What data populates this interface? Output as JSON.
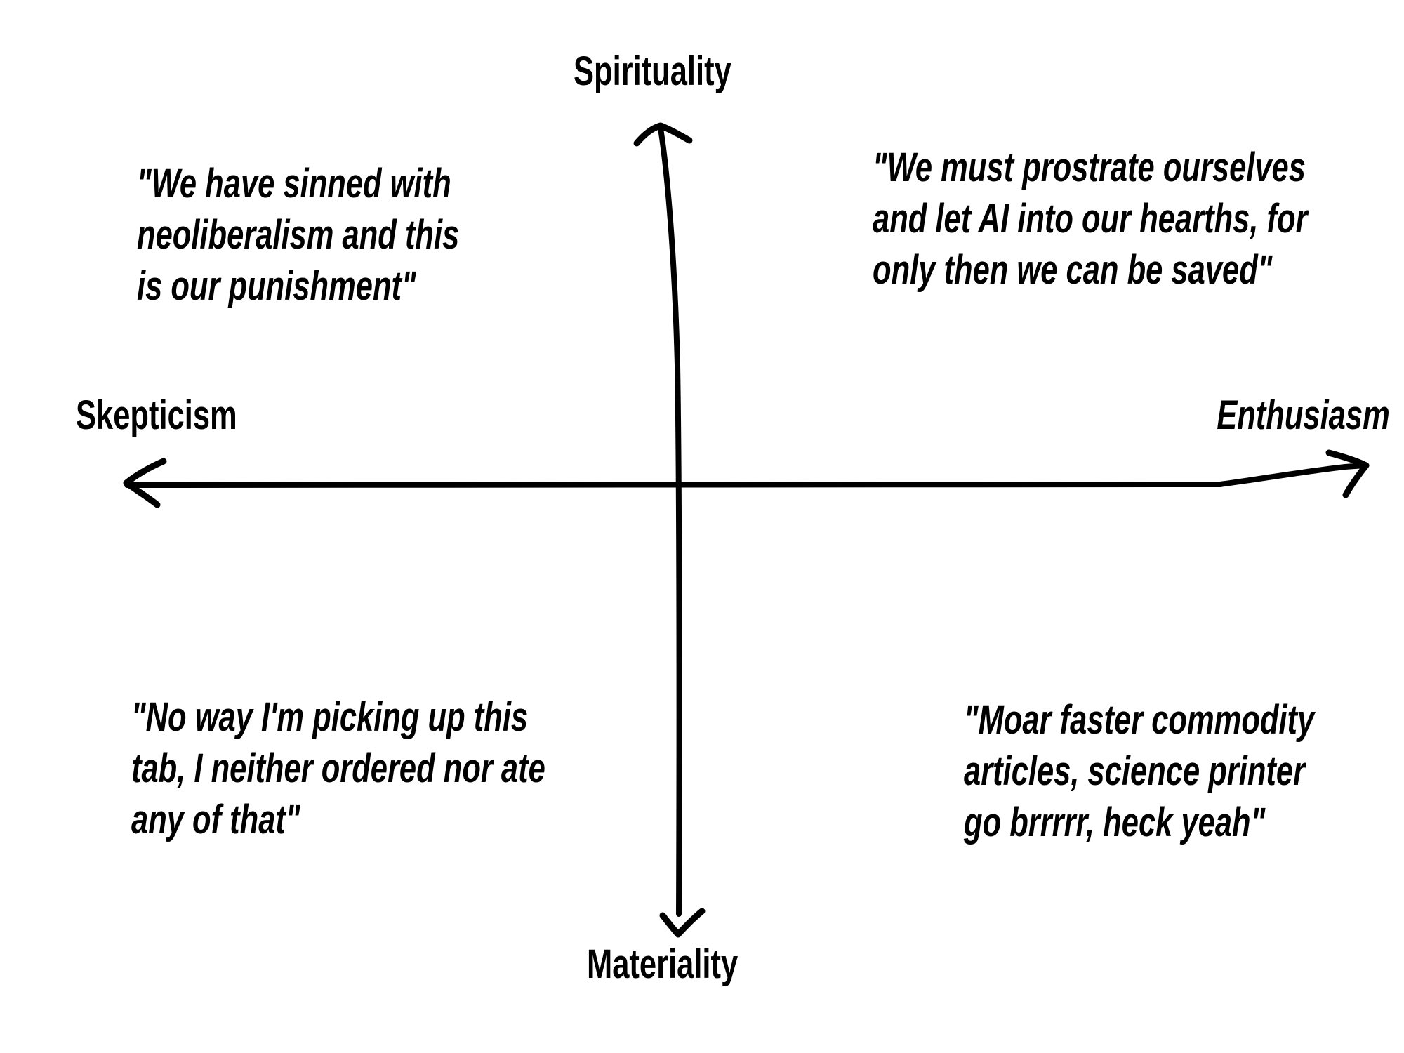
{
  "axes": {
    "top": "Spirituality",
    "bottom": "Materiality",
    "left": "Skepticism",
    "right": "Enthusiasm"
  },
  "quadrants": {
    "top_left": {
      "lines": [
        "\"We have sinned with",
        "neoliberalism and this",
        "is our punishment\""
      ]
    },
    "top_right": {
      "lines": [
        "\"We must prostrate ourselves",
        "and let AI into our hearths, for",
        "only then we can be saved\""
      ]
    },
    "bottom_left": {
      "lines": [
        "\"No way I'm picking up this",
        "tab, I neither ordered nor ate",
        "any of that\""
      ]
    },
    "bottom_right": {
      "lines": [
        "\"Moar faster commodity",
        "articles, science printer",
        "go brrrrr, heck yeah\""
      ]
    }
  },
  "colors": {
    "ink": "#000000",
    "background": "#ffffff"
  }
}
